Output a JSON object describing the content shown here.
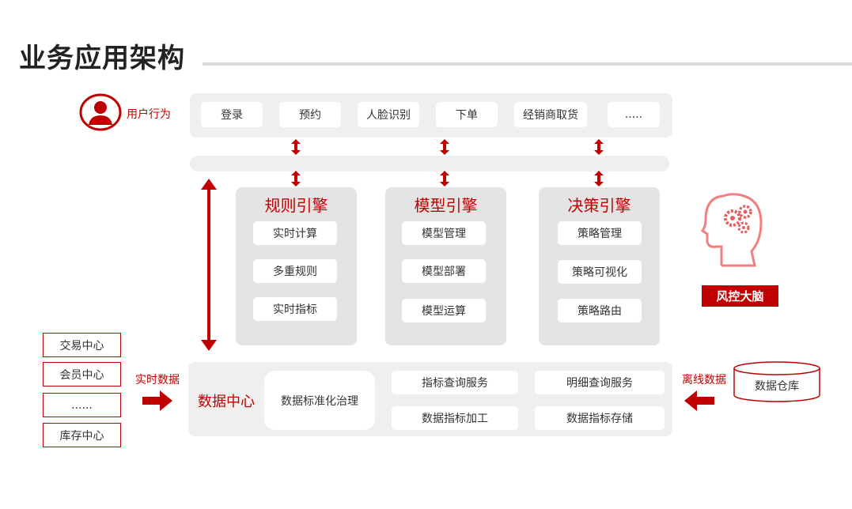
{
  "title": "业务应用架构",
  "user": {
    "label": "用户行为",
    "icon": "user-icon"
  },
  "user_actions": [
    "登录",
    "预约",
    "人脸识别",
    "下单",
    "经销商取货",
    "....."
  ],
  "engines": [
    {
      "title": "规则引擎",
      "items": [
        "实时计算",
        "多重规则",
        "实时指标"
      ]
    },
    {
      "title": "模型引擎",
      "items": [
        "模型管理",
        "模型部署",
        "模型运算"
      ]
    },
    {
      "title": "决策引擎",
      "items": [
        "策略管理",
        "策略可视化",
        "策略路由"
      ]
    }
  ],
  "brain": {
    "label": "风控大脑",
    "icon": "brain-gear-icon"
  },
  "data_center": {
    "title": "数据中心",
    "main": "数据标准化治理",
    "services": [
      "指标查询服务",
      "明细查询服务",
      "数据指标加工",
      "数据指标存储"
    ]
  },
  "sources": [
    "交易中心",
    "会员中心",
    "......",
    "库存中心"
  ],
  "realtime_label": "实时数据",
  "offline_label": "离线数据",
  "warehouse": "数据仓库",
  "colors": {
    "accent": "#c00000",
    "panel": "#efefef",
    "engine": "#e4e4e4"
  }
}
